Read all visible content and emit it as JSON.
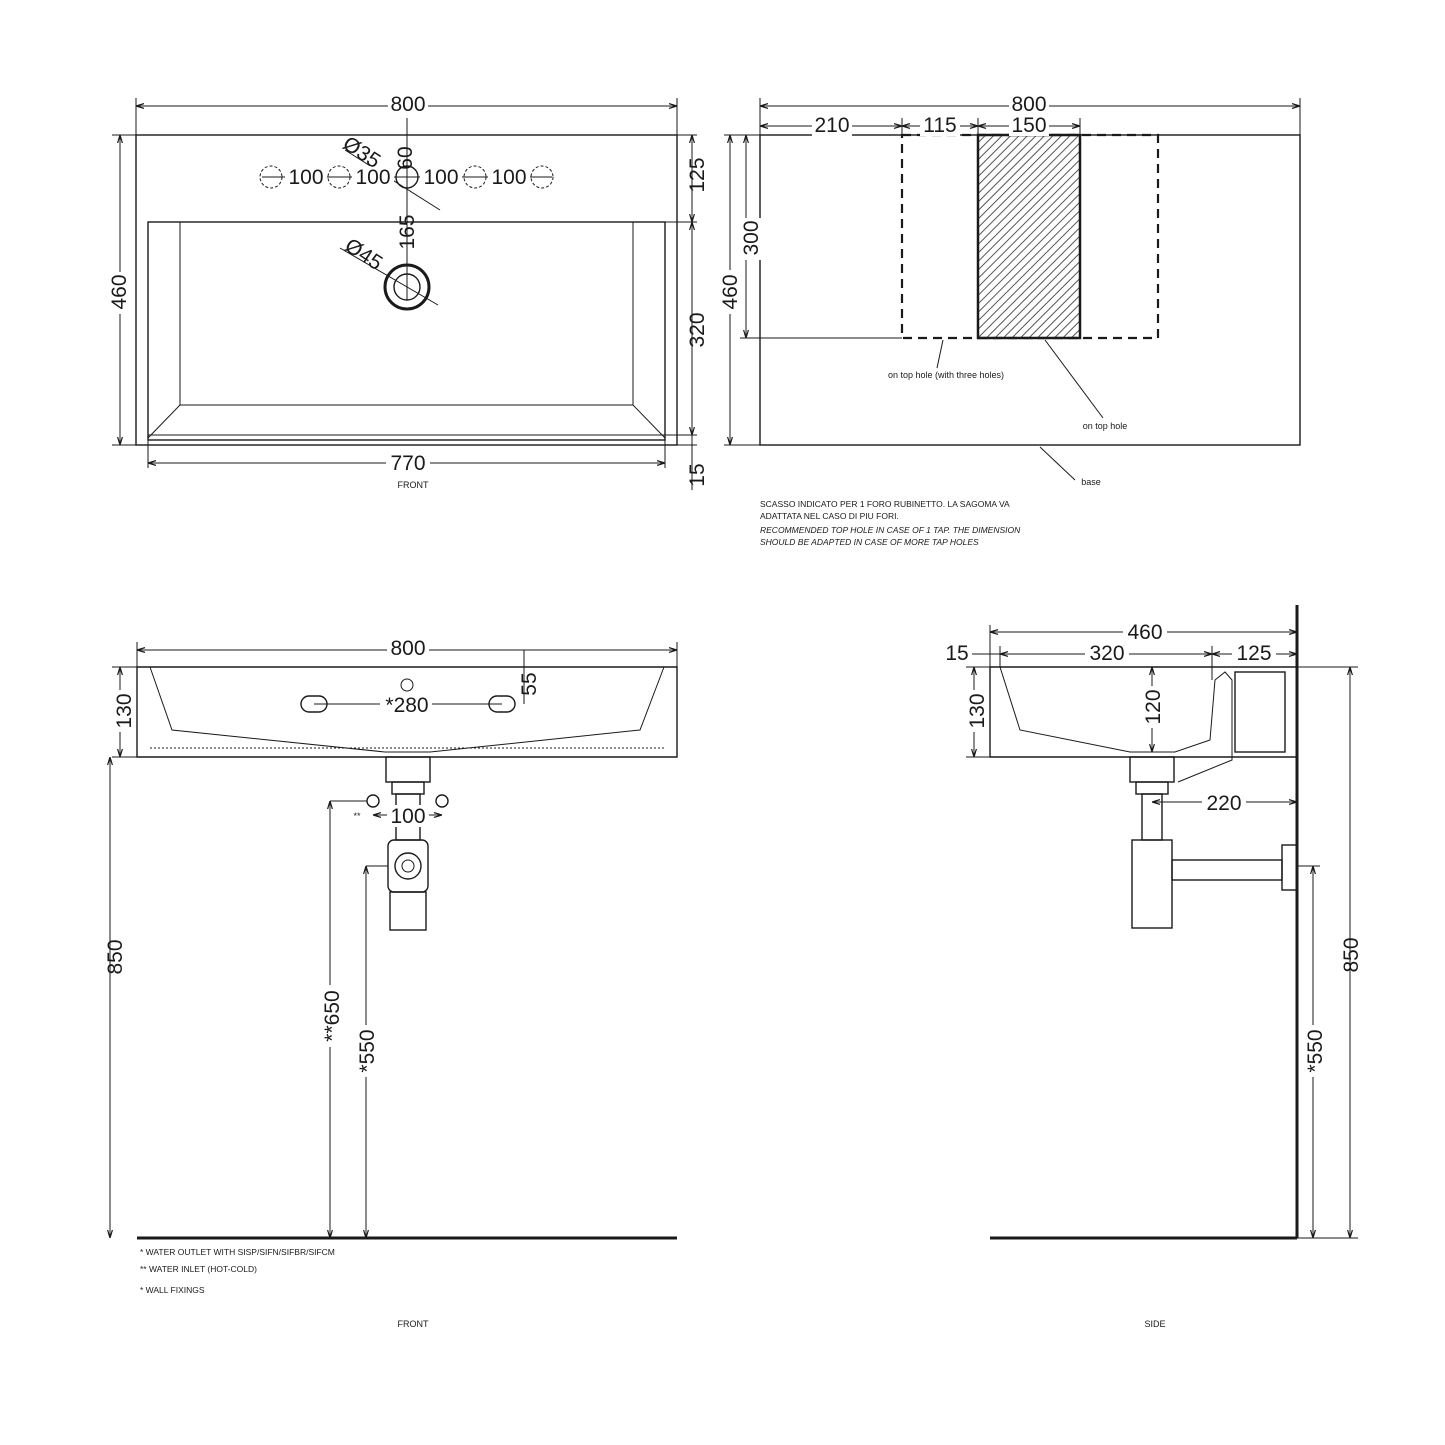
{
  "top_front": {
    "caption": "FRONT",
    "width_dim": "800",
    "depth_dim": "460",
    "inner_width_dim": "770",
    "hole_dims": [
      "100",
      "100",
      "100",
      "100"
    ],
    "tap_hole_diameter": "Ø35",
    "tap_offset": "60",
    "drain_offset": "165",
    "drain_diameter": "Ø45",
    "right_dims": [
      "125",
      "320",
      "15"
    ]
  },
  "top_plan": {
    "width_dim": "800",
    "seg_dims": [
      "210",
      "115",
      "150"
    ],
    "depth_dim": "460",
    "cut_depth_dim": "300",
    "label_three_holes": "on top hole (with three holes)",
    "label_top_hole": "on top hole",
    "label_base": "base",
    "note_it_1": "SCASSO INDICATO PER 1 FORO RUBINETTO. LA SAGOMA VA",
    "note_it_2": "ADATTATA NEL CASO DI PIU FORI.",
    "note_en_1": "RECOMMENDED TOP HOLE IN CASE OF 1 TAP. THE DIMENSION",
    "note_en_2": "SHOULD BE ADAPTED IN CASE OF MORE TAP HOLES"
  },
  "bottom_front": {
    "caption": "FRONT",
    "width_dim": "800",
    "height_dim": "130",
    "fixing_spacing": "*280",
    "overflow_dim": "55",
    "inlet_spacing": "100",
    "inlet_marker": "**",
    "floor_height": "850",
    "inlet_height": "**650",
    "outlet_height": "*550",
    "legend": [
      "*  WATER OUTLET WITH SISP/SIFN/SIFBR/SIFCM",
      "** WATER INLET  (HOT-COLD)",
      "* WALL FIXINGS"
    ]
  },
  "bottom_side": {
    "caption": "SIDE",
    "depth_dim": "460",
    "front_lip": "15",
    "basin_depth": "320",
    "rear_dim": "125",
    "height_dim": "130",
    "drain_height": "120",
    "trap_projection": "220",
    "floor_height": "850",
    "outlet_height": "*550"
  }
}
